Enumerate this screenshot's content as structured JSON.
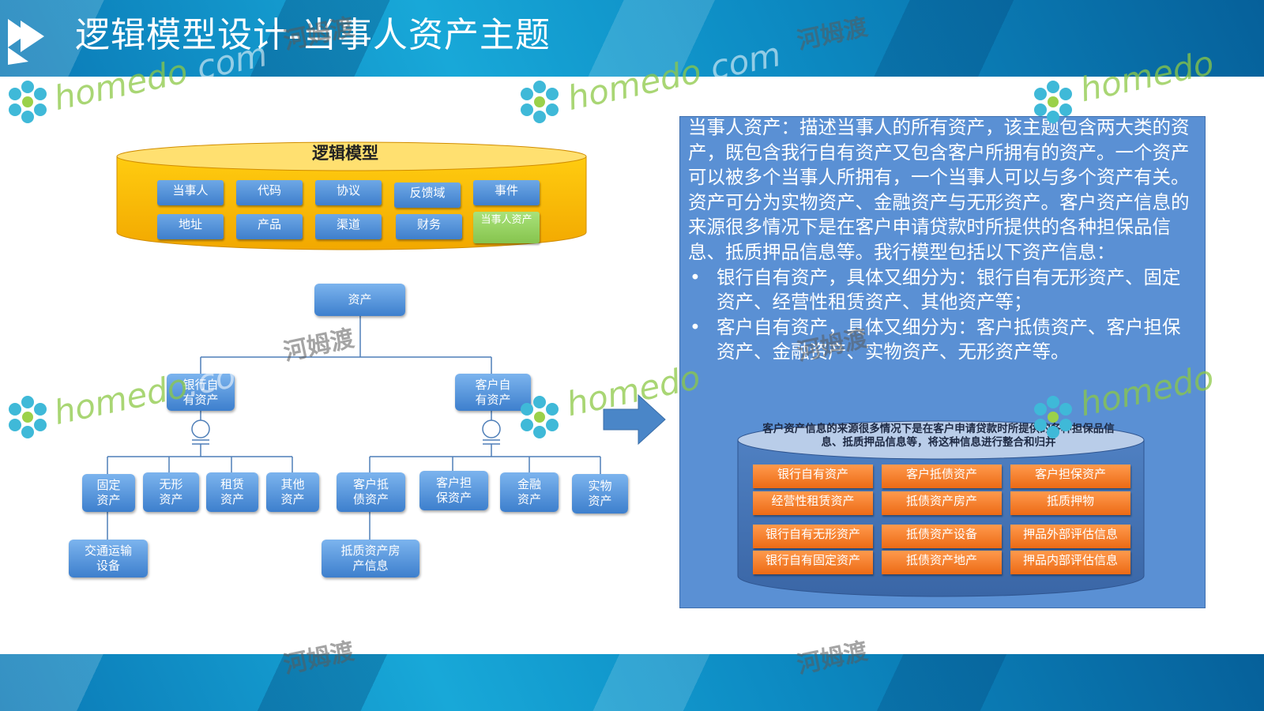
{
  "header": {
    "title": "逻辑模型设计-当事人资产主题"
  },
  "watermarks": {
    "cn": "河姆渡",
    "en_main": "homedo",
    "en_suffix": ".com"
  },
  "logical_model": {
    "title": "逻辑模型",
    "domains_row1": [
      "当事人",
      "代码",
      "协议",
      "反馈域",
      "事件"
    ],
    "domains_row2": [
      "地址",
      "产品",
      "渠道",
      "财务",
      "当事人资产"
    ]
  },
  "tree": {
    "root": "资产",
    "bank_own": "银行自\n有资产",
    "customer_own": "客户自\n有资产",
    "bank_children": [
      "固定\n资产",
      "无形\n资产",
      "租赁\n资产",
      "其他\n资产"
    ],
    "customer_children": [
      "客户抵\n债资产",
      "客户担\n保资产",
      "金融\n资产",
      "实物\n资产"
    ],
    "fixed_child": "交通运输\n设备",
    "debt_child": "抵质资产房\n产信息"
  },
  "panel": {
    "paragraph": "当事人资产：描述当事人的所有资产，该主题包含两大类的资产，既包含我行自有资产又包含客户所拥有的资产。一个资产可以被多个当事人所拥有，一个当事人可以与多个资产有关。资产可分为实物资产、金融资产与无形资产。客户资产信息的来源很多情况下是在客户申请贷款时所提供的各种担保品信息、抵质押品信息等。我行模型包括以下资产信息：",
    "bullets": [
      "银行自有资产，具体又细分为：银行自有无形资产、固定资产、经营性租赁资产、其他资产等；",
      "客户自有资产，具体又细分为：客户抵债资产、客户担保资产、金融资产、实物资产、无形资产等。"
    ],
    "db_caption": "客户资产信息的来源很多情况下是在客户申请贷款时所提供的各种担保品信息、抵质押品信息等，将这种信息进行整合和归并",
    "db_items": [
      [
        "银行自有资产",
        "客户抵债资产",
        "客户担保资产"
      ],
      [
        "经营性租赁资产",
        "抵债资产房产",
        "抵质押物"
      ],
      [
        "银行自有无形资产",
        "抵债资产设备",
        "押品外部评估信息"
      ],
      [
        "银行自有固定资产",
        "抵债资产地产",
        "押品内部评估信息"
      ]
    ]
  },
  "colors": {
    "banner": "#0d8cc4",
    "chip_blue": "#3f7fcc",
    "chip_green": "#86c44e",
    "cylinder": "#ffc000",
    "panel": "#5a90d4",
    "orange": "#ec6a15",
    "arrow": "#4a86c8"
  },
  "icons": [
    "play-icon",
    "flower-logo-icon",
    "right-arrow-icon"
  ]
}
